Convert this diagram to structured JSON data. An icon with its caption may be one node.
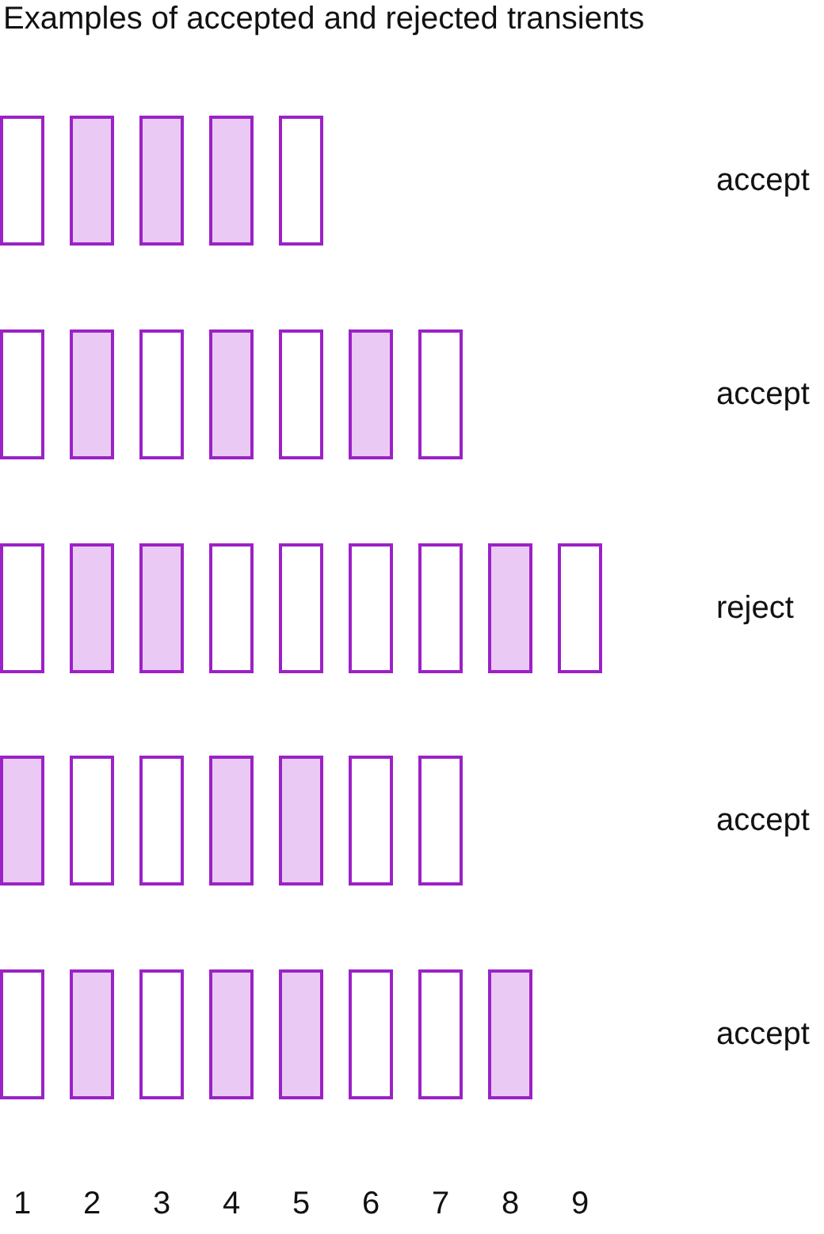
{
  "diagram": {
    "title": "Examples of accepted and rejected transients",
    "nodes": [
      {
        "text": [],
        "shape": "bar"
      },
      {
        "text": [],
        "shape": "bar"
      },
      {
        "text": [],
        "shape": "bar"
      },
      {
        "text": [],
        "shape": "bar"
      },
      {
        "text": [],
        "shape": "bar"
      },
      {
        "text": [],
        "shape": "bar"
      },
      {
        "text": [],
        "shape": "bar"
      },
      {
        "text": [],
        "shape": "bar"
      },
      {
        "text": [],
        "shape": "bar"
      },
      {
        "text": [],
        "shape": "bar"
      },
      {
        "text": [],
        "shape": "bar"
      },
      {
        "text": [],
        "shape": "bar"
      },
      {
        "text": [],
        "shape": "bar"
      },
      {
        "text": [],
        "shape": "bar"
      },
      {
        "text": [],
        "shape": "bar"
      },
      {
        "text": [],
        "shape": "bar"
      },
      {
        "text": [],
        "shape": "bar"
      },
      {
        "text": [],
        "shape": "bar"
      },
      {
        "text": [],
        "shape": "bar"
      },
      {
        "text": [],
        "shape": "bar"
      },
      {
        "text": [],
        "shape": "bar"
      },
      {
        "text": [],
        "shape": "bar"
      },
      {
        "text": [],
        "shape": "bar"
      },
      {
        "text": [],
        "shape": "bar"
      },
      {
        "text": [],
        "shape": "bar"
      },
      {
        "text": [],
        "shape": "bar"
      },
      {
        "text": [],
        "shape": "bar"
      },
      {
        "text": [],
        "shape": "bar"
      },
      {
        "text": [],
        "shape": "bar"
      },
      {
        "text": [],
        "shape": "bar"
      },
      {
        "text": [],
        "shape": "bar"
      },
      {
        "text": [],
        "shape": "bar"
      },
      {
        "text": [],
        "shape": "bar"
      },
      {
        "text": [],
        "shape": "bar"
      },
      {
        "text": [],
        "shape": "bar"
      },
      {
        "text": [],
        "shape": "bar"
      }
    ],
    "labels": [
      "accept",
      "accept",
      "reject",
      "accept",
      "accept",
      "1",
      "2",
      "3",
      "4",
      "5",
      "6",
      "7",
      "8",
      "9"
    ]
  }
}
